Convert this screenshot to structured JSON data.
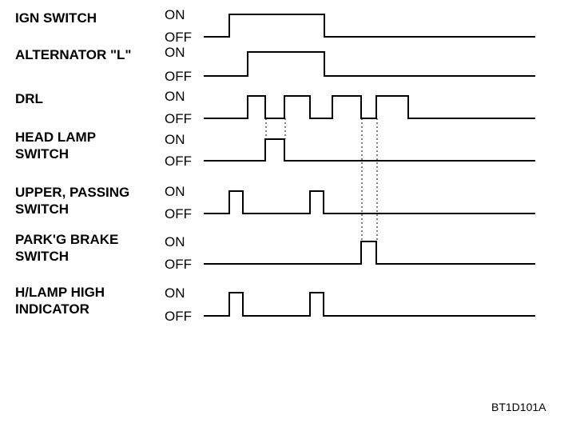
{
  "diagram": {
    "state_on": "ON",
    "state_off": "OFF",
    "reference_code": "BT1D101A",
    "signals": [
      {
        "id": "ign-switch",
        "label_lines": [
          "IGN SWITCH"
        ],
        "on_intervals": [
          [
            0.183,
            0.874
          ]
        ]
      },
      {
        "id": "alternator-l",
        "label_lines": [
          "ALTERNATOR \"L\""
        ],
        "on_intervals": [
          [
            0.32,
            0.874
          ]
        ]
      },
      {
        "id": "drl",
        "label_lines": [
          "DRL"
        ],
        "on_intervals": [
          [
            0.32,
            0.445
          ],
          [
            0.584,
            0.766
          ],
          [
            0.928,
            1.14
          ],
          [
            1.248,
            1.48
          ]
        ]
      },
      {
        "id": "head-lamp-switch",
        "label_lines": [
          "HEAD LAMP",
          "SWITCH"
        ],
        "on_intervals": [
          [
            0.445,
            0.584
          ]
        ]
      },
      {
        "id": "upper-passing-switch",
        "label_lines": [
          "UPPER, PASSING",
          "SWITCH"
        ],
        "on_intervals": [
          [
            0.183,
            0.284
          ],
          [
            0.766,
            0.868
          ]
        ]
      },
      {
        "id": "parkg-brake-switch",
        "label_lines": [
          "PARK'G BRAKE",
          "SWITCH"
        ],
        "on_intervals": [
          [
            1.14,
            1.248
          ]
        ]
      },
      {
        "id": "hlamp-high-indicator",
        "label_lines": [
          "H/LAMP HIGH",
          "INDICATOR"
        ],
        "on_intervals": [
          [
            0.183,
            0.284
          ],
          [
            0.766,
            0.868
          ]
        ]
      }
    ]
  }
}
